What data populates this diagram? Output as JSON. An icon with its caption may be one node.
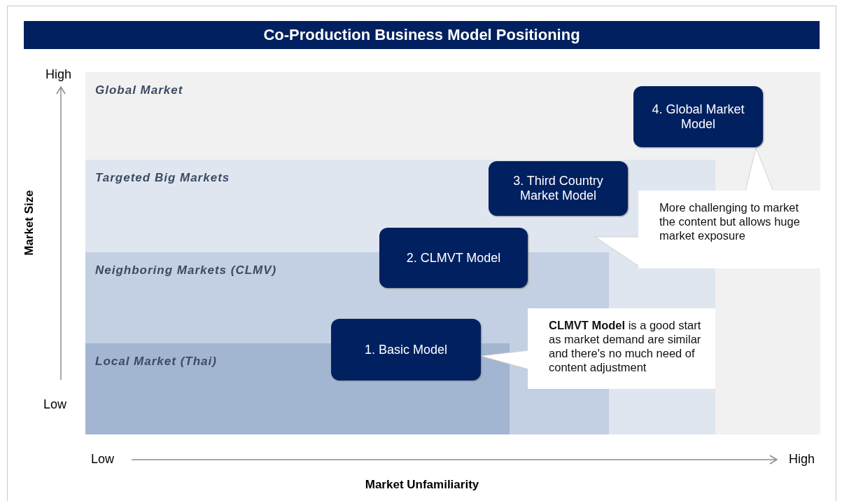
{
  "diagram": {
    "title": "Co-Production Business Model Positioning",
    "nodes": [
      {
        "text": [
          "Global Market"
        ]
      },
      {
        "text": [
          "4. Global Market Model"
        ],
        "in": 0
      },
      {
        "text": [
          "Targeted Big Markets"
        ],
        "in": 0
      },
      {
        "text": [
          "3. Third Country Market Model"
        ],
        "in": 2
      },
      {
        "text": [
          "More challenging to market the content but allows huge market exposure"
        ],
        "in": 0
      },
      {
        "text": [
          "Neighboring Markets (CLMV)"
        ],
        "in": 2
      },
      {
        "text": [
          "2. CLMVT Model"
        ],
        "in": 2
      },
      {
        "text": [
          "Local Market (Thai)"
        ],
        "in": 5
      },
      {
        "text": [
          "1. Basic Model"
        ],
        "in": 5
      },
      {
        "text": [
          "**CLMVT Model** is a good start as market demand are similar and there's no much need of content adjustment"
        ],
        "in": 2
      }
    ],
    "edges": [
      {
        "from": 4,
        "to": 1,
        "arrow": "to"
      },
      {
        "from": 4,
        "to": null,
        "arrow": "to"
      },
      {
        "from": 9,
        "to": 8,
        "arrow": "to"
      }
    ],
    "labels": [
      "High",
      "Market Size",
      "Low",
      "Low",
      "High",
      "Market Unfamiliarity"
    ]
  }
}
